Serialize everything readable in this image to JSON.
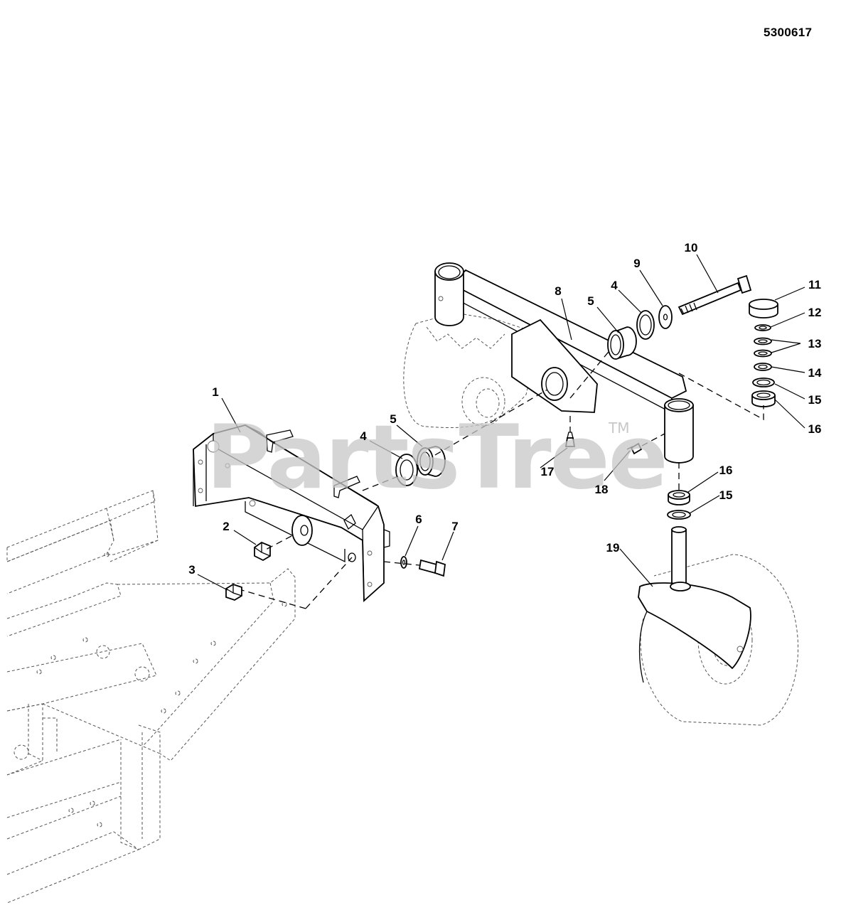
{
  "document": {
    "number": "5300617"
  },
  "watermark": {
    "text": "PartsTree",
    "mark": "TM"
  },
  "callouts": [
    "1",
    "2",
    "3",
    "4",
    "4",
    "5",
    "5",
    "6",
    "7",
    "8",
    "9",
    "10",
    "11",
    "12",
    "13",
    "14",
    "15",
    "15",
    "16",
    "16",
    "17",
    "18",
    "19"
  ]
}
